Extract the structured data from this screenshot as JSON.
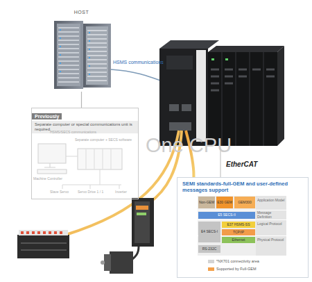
{
  "diagram": {
    "nodes": [
      {
        "text": [
          "HOST"
        ]
      },
      {
        "text": [
          "Previously",
          "Separate computer or special communications unit is required."
        ]
      },
      {
        "text": [
          "SEMI standards-full-GEM and user-defined messages support"
        ]
      },
      {
        "text": [
          "Non-GEM"
        ],
        "in": 2
      },
      {
        "text": [
          "E30 GEM"
        ],
        "in": 2
      },
      {
        "text": [
          "GEM300"
        ],
        "in": 2
      },
      {
        "text": [
          "E5 SECS-II"
        ],
        "in": 2
      },
      {
        "text": [
          "E4 SECS-I"
        ],
        "in": 2
      },
      {
        "text": [
          "E37 HSMS-SS"
        ],
        "in": 2
      },
      {
        "text": [
          "TCP/IP"
        ],
        "in": 2
      },
      {
        "text": [
          "Ethernet"
        ],
        "in": 2
      },
      {
        "text": [
          "RS-232C"
        ],
        "in": 2
      }
    ],
    "edges": [
      {
        "from": 1,
        "to": 0,
        "arrow": "none"
      }
    ],
    "labels": [
      "HSMS communications",
      "HSMS/SECS communications",
      "Separate computer + SECS software",
      "Machine Controller",
      "Slave Servo",
      "Servo Drive 1 / 1",
      "Inverter",
      "One CPU",
      "EtherCAT",
      "Application Model",
      "Message Definition",
      "Logical Protocol",
      "Physical Protocol"
    ],
    "legend": [
      {
        "text": "*NX701 connectivity area",
        "color": "#d4d4d4"
      },
      {
        "text": "Supported by Full-GEM",
        "color": "#f3a04a"
      }
    ]
  }
}
